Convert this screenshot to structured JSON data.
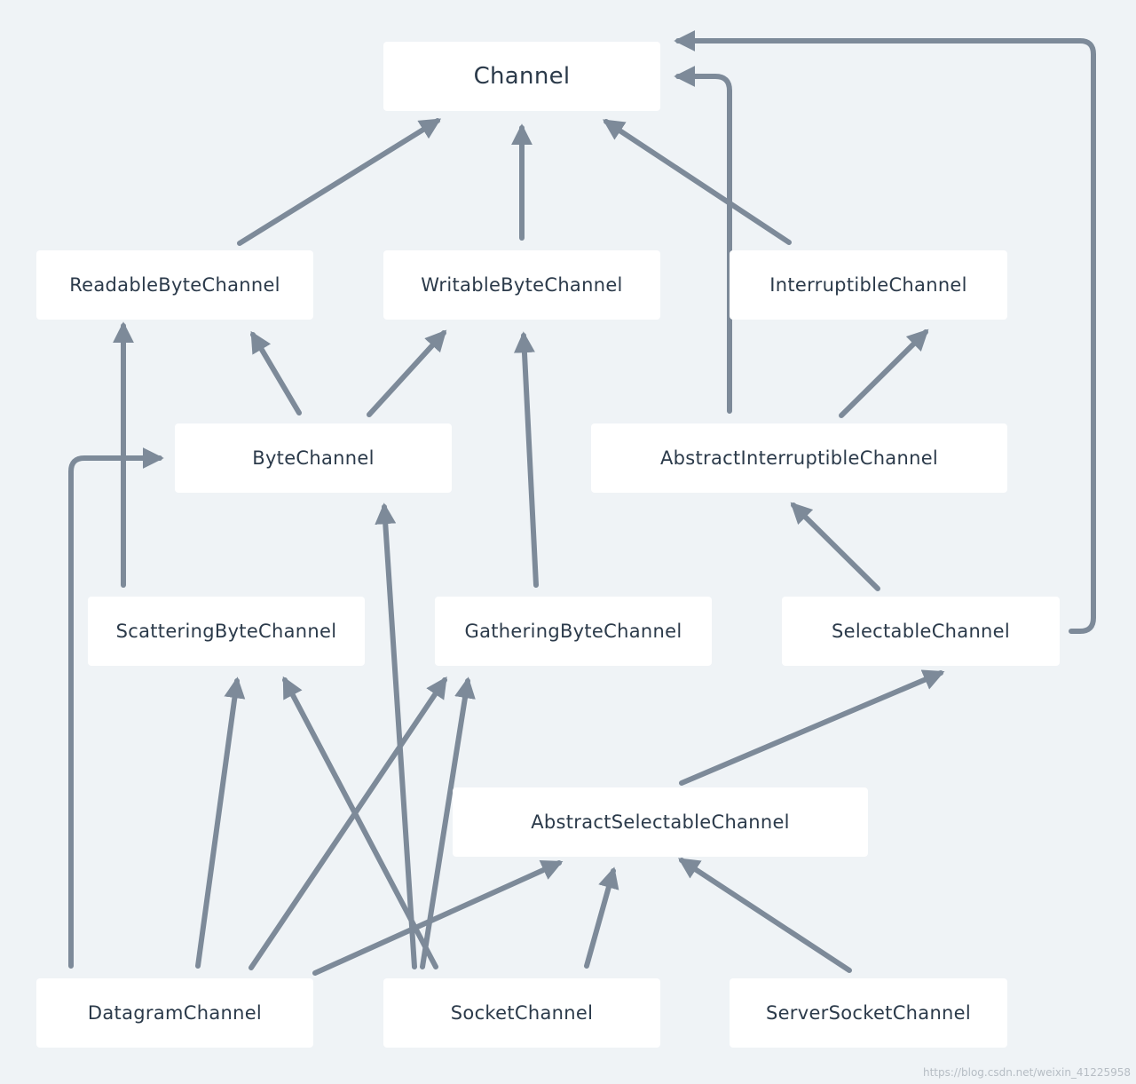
{
  "nodes": {
    "channel": "Channel",
    "readable": "ReadableByteChannel",
    "writable": "WritableByteChannel",
    "interruptible": "InterruptibleChannel",
    "byte": "ByteChannel",
    "abstract_interruptible": "AbstractInterruptibleChannel",
    "scattering": "ScatteringByteChannel",
    "gathering": "GatheringByteChannel",
    "selectable": "SelectableChannel",
    "abstract_selectable": "AbstractSelectableChannel",
    "datagram": "DatagramChannel",
    "socket": "SocketChannel",
    "server_socket": "ServerSocketChannel"
  },
  "edges": [
    {
      "from": "readable",
      "to": "channel"
    },
    {
      "from": "writable",
      "to": "channel"
    },
    {
      "from": "interruptible",
      "to": "channel"
    },
    {
      "from": "abstract_interruptible",
      "to": "channel"
    },
    {
      "from": "selectable",
      "to": "channel"
    },
    {
      "from": "byte",
      "to": "readable"
    },
    {
      "from": "byte",
      "to": "writable"
    },
    {
      "from": "abstract_interruptible",
      "to": "interruptible"
    },
    {
      "from": "scattering",
      "to": "readable"
    },
    {
      "from": "gathering",
      "to": "writable"
    },
    {
      "from": "selectable",
      "to": "abstract_interruptible"
    },
    {
      "from": "abstract_selectable",
      "to": "selectable"
    },
    {
      "from": "datagram",
      "to": "byte"
    },
    {
      "from": "datagram",
      "to": "scattering"
    },
    {
      "from": "datagram",
      "to": "gathering"
    },
    {
      "from": "datagram",
      "to": "abstract_selectable"
    },
    {
      "from": "socket",
      "to": "byte"
    },
    {
      "from": "socket",
      "to": "scattering"
    },
    {
      "from": "socket",
      "to": "gathering"
    },
    {
      "from": "socket",
      "to": "abstract_selectable"
    },
    {
      "from": "server_socket",
      "to": "abstract_selectable"
    }
  ],
  "colors": {
    "background": "#eff3f6",
    "node_fill": "#ffffff",
    "node_text": "#2b3a4a",
    "arrow": "#7d8a99"
  },
  "watermark": "https://blog.csdn.net/weixin_41225958"
}
